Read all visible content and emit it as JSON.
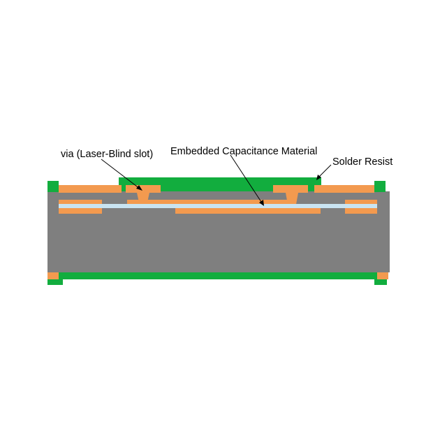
{
  "labels": {
    "via": "via (Laser-Blind slot)",
    "embedded": "Embedded Capacitance Material",
    "solder": "Solder Resist"
  },
  "colors": {
    "background": "#ffffff",
    "core": "#7f7f7f",
    "copper": "#f39a4f",
    "solder_resist": "#12ad3e",
    "capacitance_material": "#c9e4f2",
    "text": "#000000"
  }
}
